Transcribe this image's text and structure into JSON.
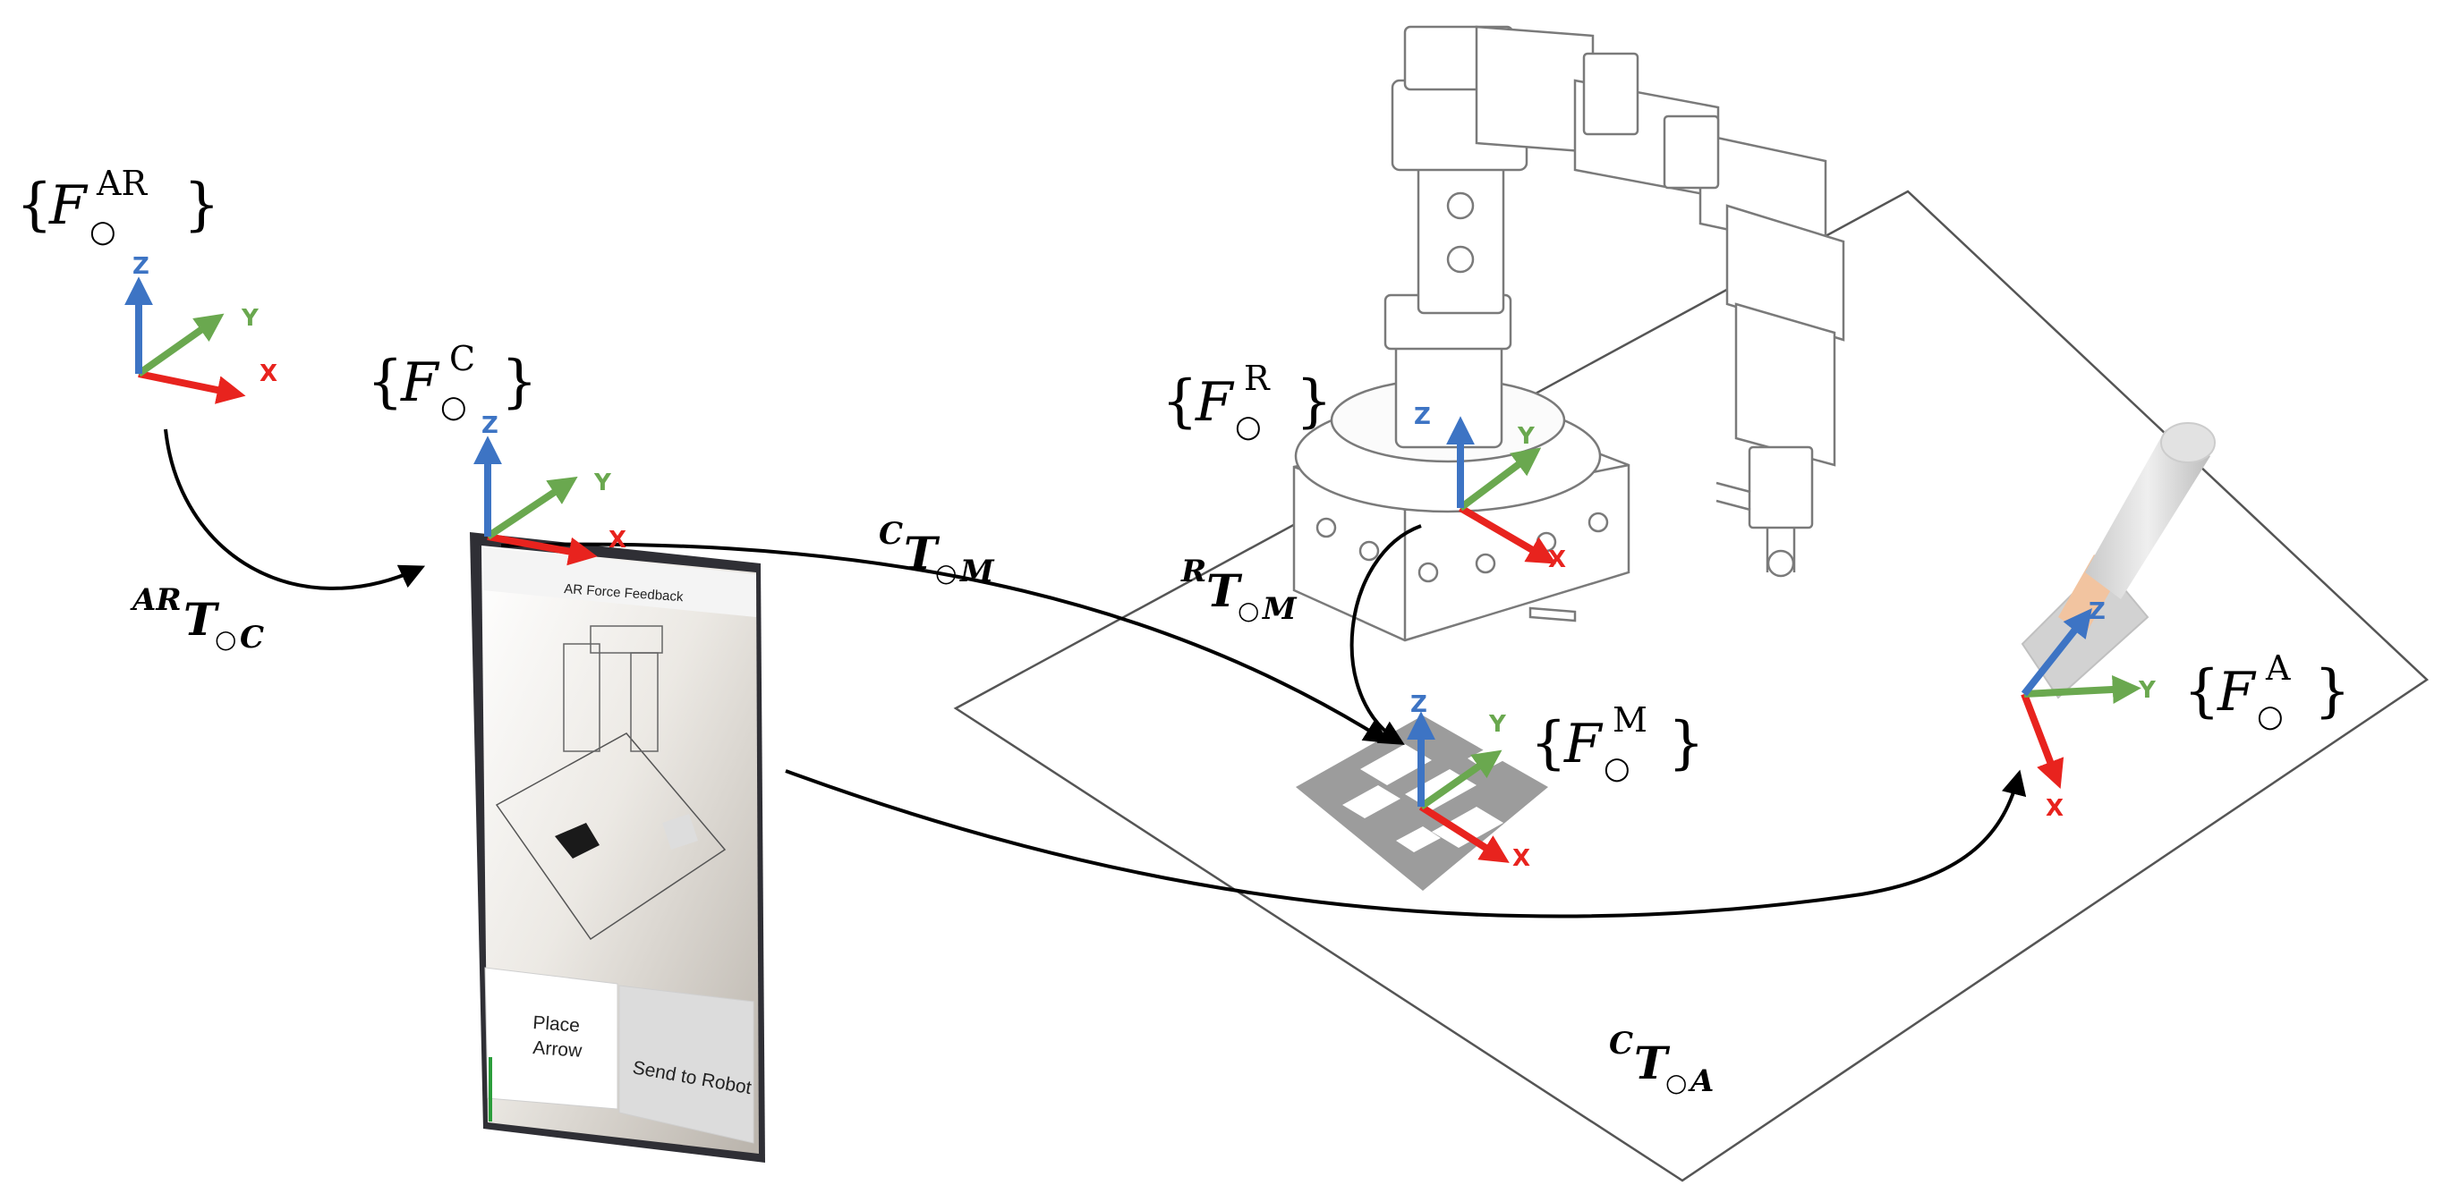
{
  "frames": {
    "ar": {
      "symbol": "F",
      "sup": "AR",
      "sub": "○"
    },
    "cam": {
      "symbol": "F",
      "sup": "C",
      "sub": "○"
    },
    "robot": {
      "symbol": "F",
      "sup": "R",
      "sub": "○"
    },
    "marker": {
      "symbol": "F",
      "sup": "M",
      "sub": "○"
    },
    "arrow": {
      "symbol": "F",
      "sup": "A",
      "sub": "○"
    }
  },
  "brace_open": "{",
  "brace_close": "}",
  "axes": {
    "x": "X",
    "y": "Y",
    "z": "Z"
  },
  "transforms": {
    "ar_c": {
      "pre": "AR",
      "main": "T",
      "ring": "○",
      "sub": "C"
    },
    "c_m": {
      "pre": "C",
      "main": "T",
      "ring": "○",
      "sub": "M"
    },
    "r_m": {
      "pre": "R",
      "main": "T",
      "ring": "○",
      "sub": "M"
    },
    "c_a": {
      "pre": "C",
      "main": "T",
      "ring": "○",
      "sub": "A"
    }
  },
  "tablet": {
    "title": "AR Force Feedback",
    "place_line1": "Place",
    "place_line2": "Arrow",
    "send": "Send to Robot"
  },
  "colors": {
    "x": "#e8231e",
    "y": "#6aa84f",
    "z": "#3d74c4"
  }
}
